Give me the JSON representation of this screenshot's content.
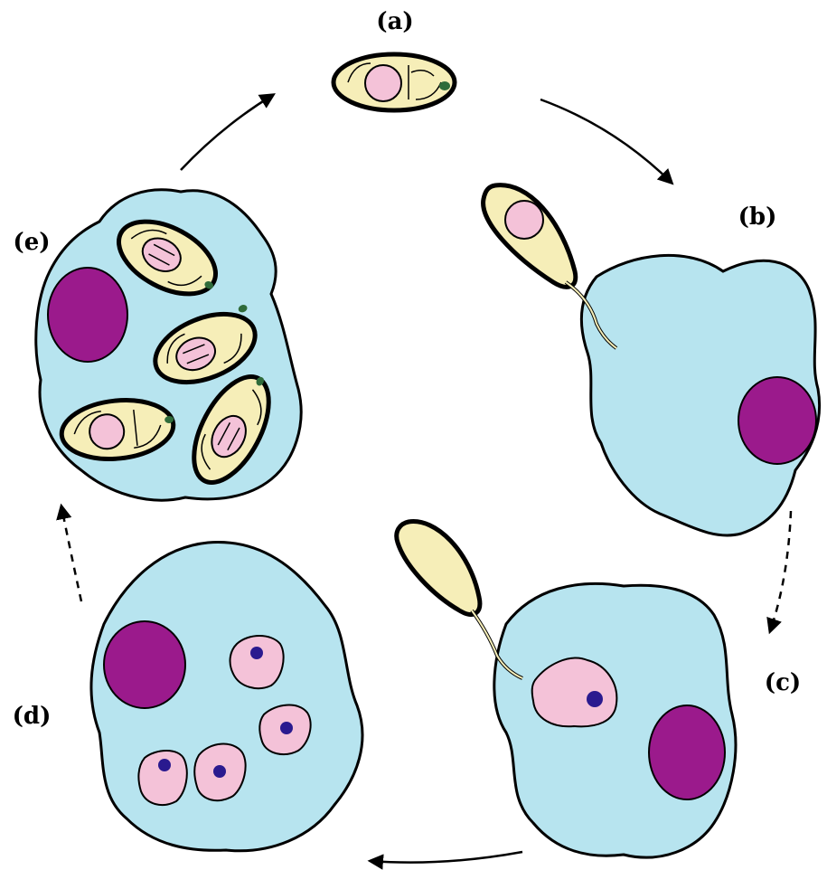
{
  "stages": {
    "a": {
      "label": "(a)"
    },
    "b": {
      "label": "(b)"
    },
    "c": {
      "label": "(c)"
    },
    "d": {
      "label": "(d)"
    },
    "e": {
      "label": "(e)"
    }
  },
  "colors": {
    "host_cell": "#b7e4ef",
    "host_nucleus": "#9b1a8c",
    "spore": "#f6eeb8",
    "sporoplasm": "#f4c2d8",
    "parasite_nucleus": "#2a1a8f",
    "polar_cap": "#2f6b3a"
  }
}
